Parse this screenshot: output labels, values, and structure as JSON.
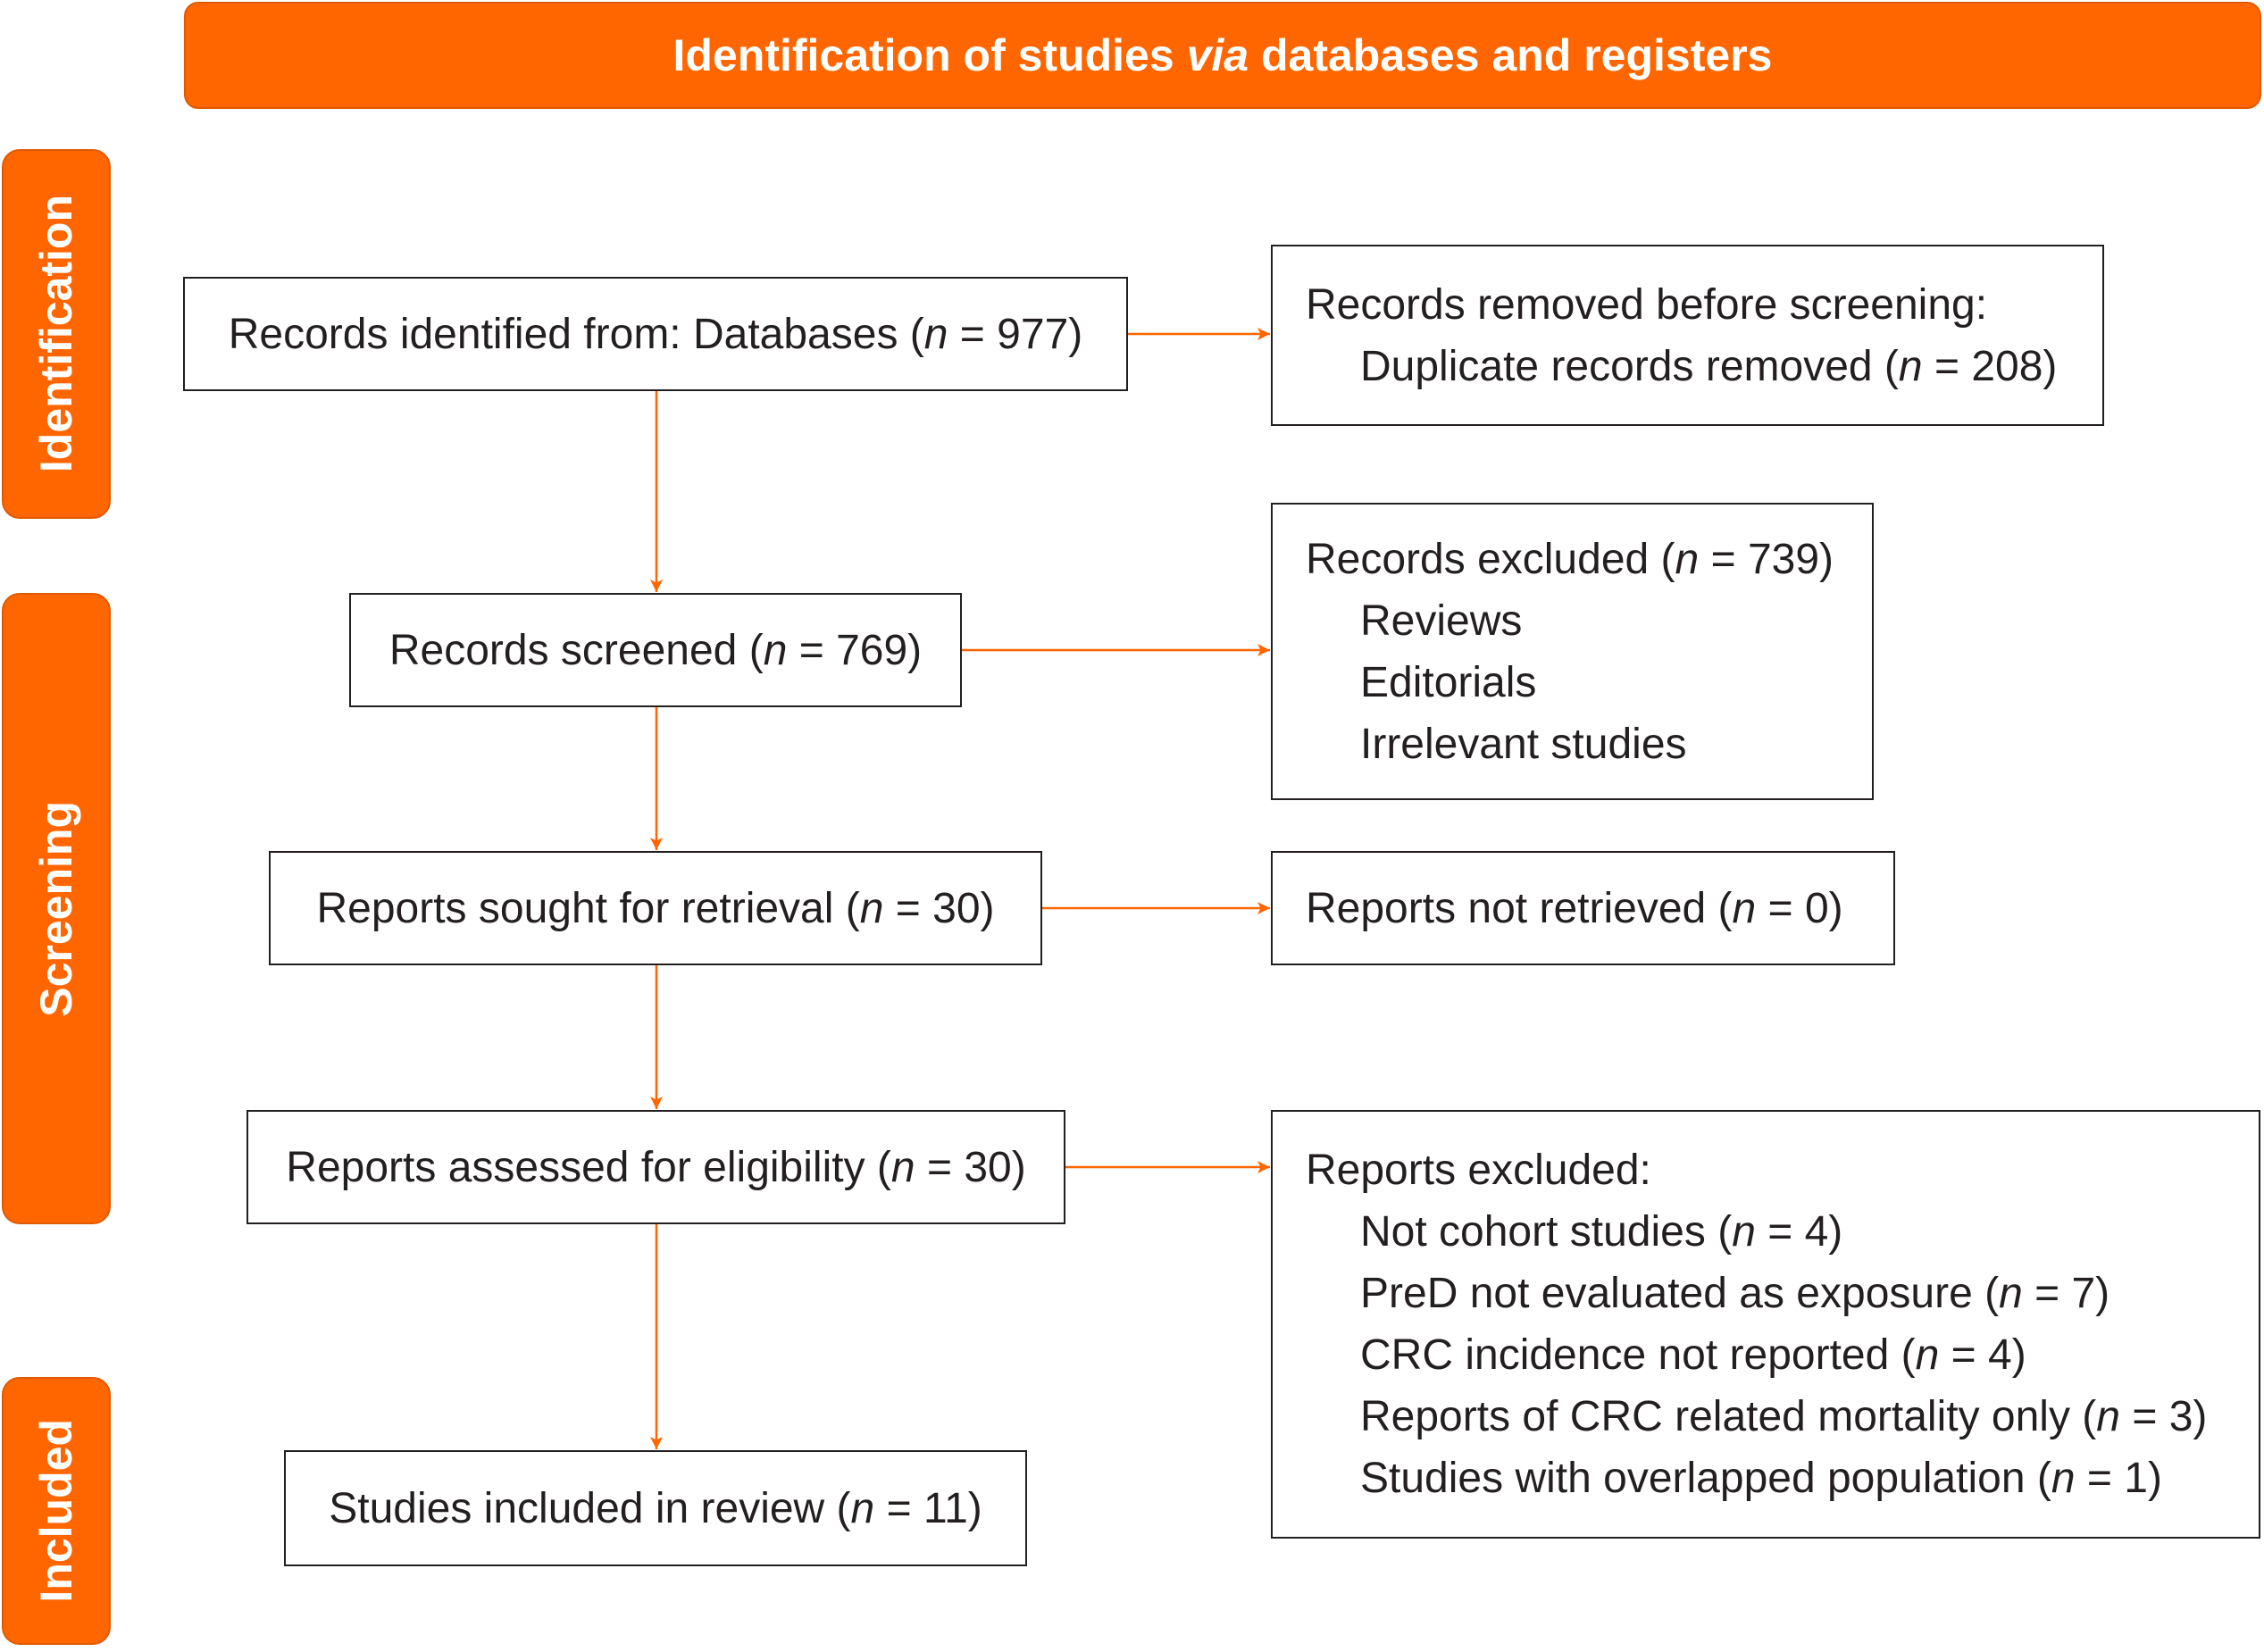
{
  "header": {
    "pre": "Identification of studies ",
    "em": "via",
    "post": " databases and registers"
  },
  "phases": {
    "identification": "Identification",
    "screening": "Screening",
    "included": "Included"
  },
  "boxes": {
    "identified": {
      "pre": "Records identified from: Databases (",
      "var": "n",
      "post": " = 977)"
    },
    "screened": {
      "pre": "Records screened (",
      "var": "n",
      "post": " = 769)"
    },
    "sought": {
      "pre": "Reports sought for retrieval (",
      "var": "n",
      "post": " = 30)"
    },
    "assessed": {
      "pre": "Reports assessed for eligibility (",
      "var": "n",
      "post": " = 30)"
    },
    "included": {
      "pre": "Studies included in review (",
      "var": "n",
      "post": " = 11)"
    }
  },
  "removed": {
    "title": "Records removed before screening:",
    "items": [
      {
        "pre": "Duplicate records removed (",
        "var": "n",
        "post": " = 208)"
      }
    ]
  },
  "excluded_records": {
    "title": {
      "pre": "Records excluded (",
      "var": "n",
      "post": " = 739)"
    },
    "items": [
      "Reviews",
      "Editorials",
      "Irrelevant studies"
    ]
  },
  "not_retrieved": {
    "pre": "Reports not retrieved (",
    "var": "n",
    "post": " = 0)"
  },
  "excluded_reports": {
    "title": "Reports excluded:",
    "items": [
      {
        "pre": "Not cohort studies (",
        "var": "n",
        "post": " = 4)"
      },
      {
        "pre": "PreD not evaluated as exposure (",
        "var": "n",
        "post": " = 7)"
      },
      {
        "pre": "CRC incidence not reported (",
        "var": "n",
        "post": " = 4)"
      },
      {
        "pre": "Reports of CRC related mortality only (",
        "var": "n",
        "post": " = 3)"
      },
      {
        "pre": "Studies with overlapped population (",
        "var": "n",
        "post": " = 1)"
      }
    ]
  },
  "colors": {
    "accent": "#FF6600",
    "accent_edge": "#E05A00",
    "ink": "#231F20",
    "header_text": "#FFFFFF"
  }
}
